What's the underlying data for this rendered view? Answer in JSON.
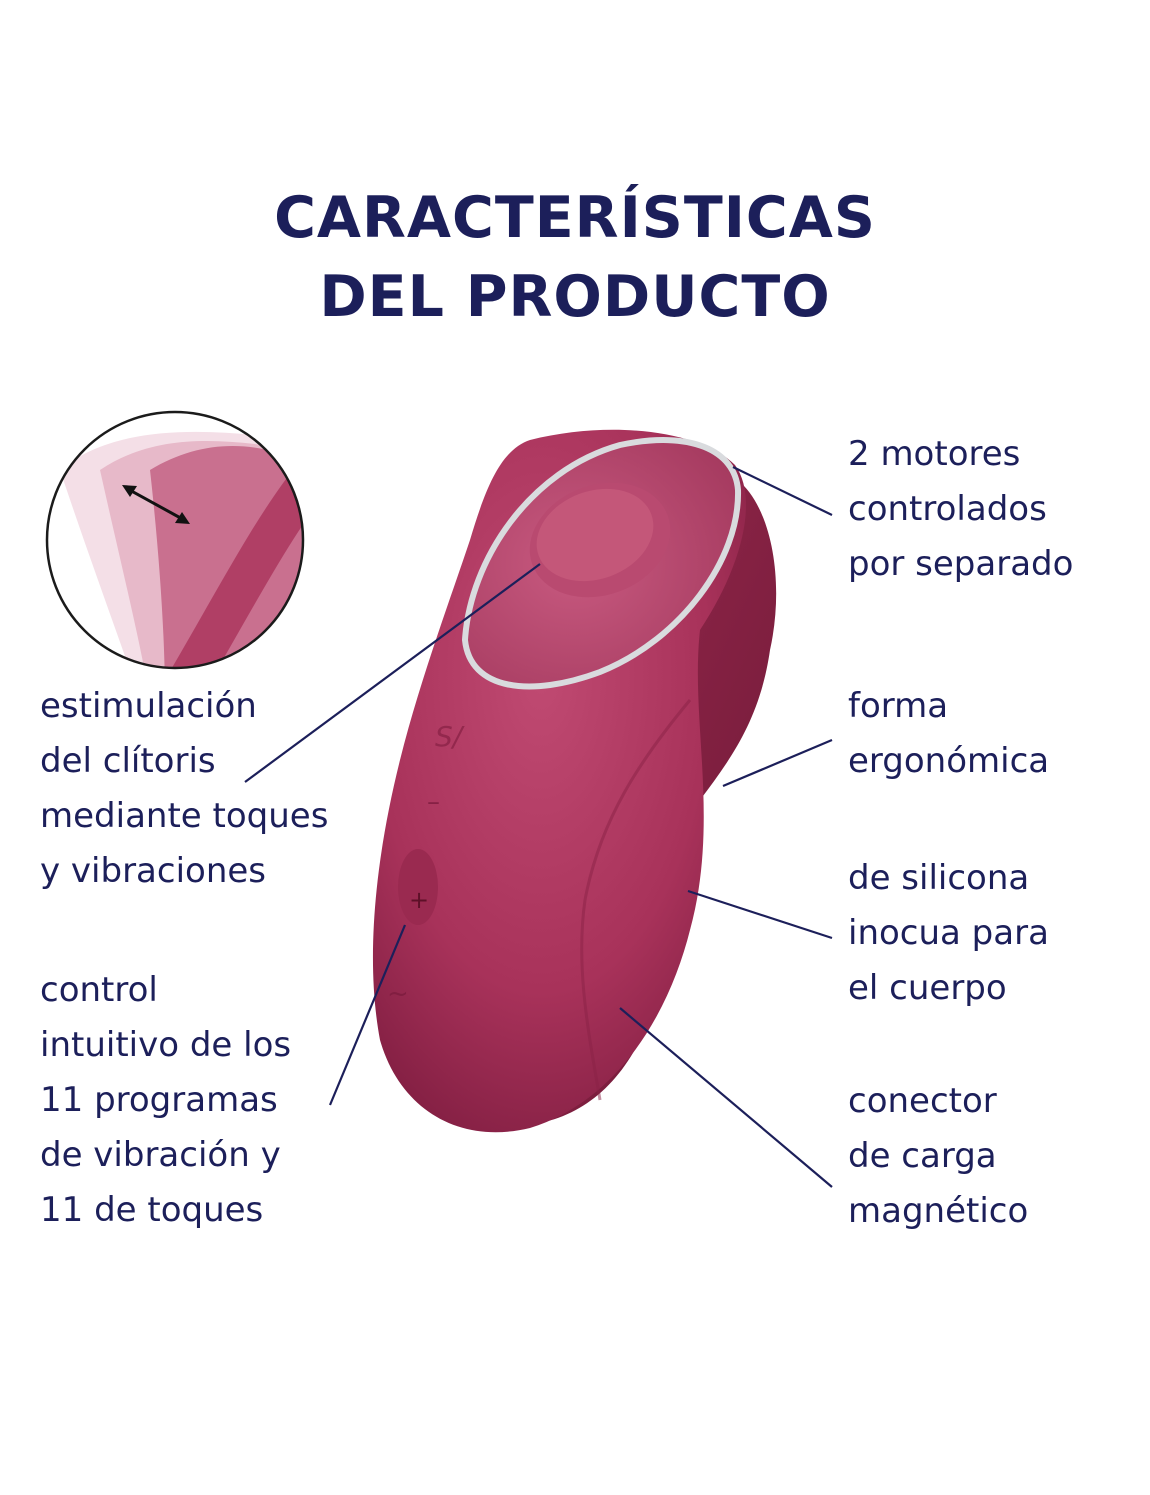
{
  "title": {
    "line1": "CARACTERÍSTICAS",
    "line2": "DEL PRODUCTO"
  },
  "features": {
    "motors": [
      "2 motores",
      "controlados",
      "por separado"
    ],
    "stimulation": [
      "estimulación",
      "del clítoris",
      "mediante toques",
      "y vibraciones"
    ],
    "shape": [
      "forma",
      "ergonómica"
    ],
    "silicone": [
      "de silicona",
      "inocua para",
      "el cuerpo"
    ],
    "control": [
      "control",
      "intuitivo de los",
      "11 programas",
      "de vibración y",
      "11 de toques"
    ],
    "charger": [
      "conector",
      "de carga",
      "magnético"
    ]
  },
  "device": {
    "logo_text": "S/",
    "minus_label": "–",
    "plus_label": "+",
    "wave_label": "~"
  },
  "colors": {
    "text": "#1c1f5a",
    "device_body": "#a8325a",
    "device_dark": "#8a2145",
    "ring": "#c7c9cc"
  }
}
